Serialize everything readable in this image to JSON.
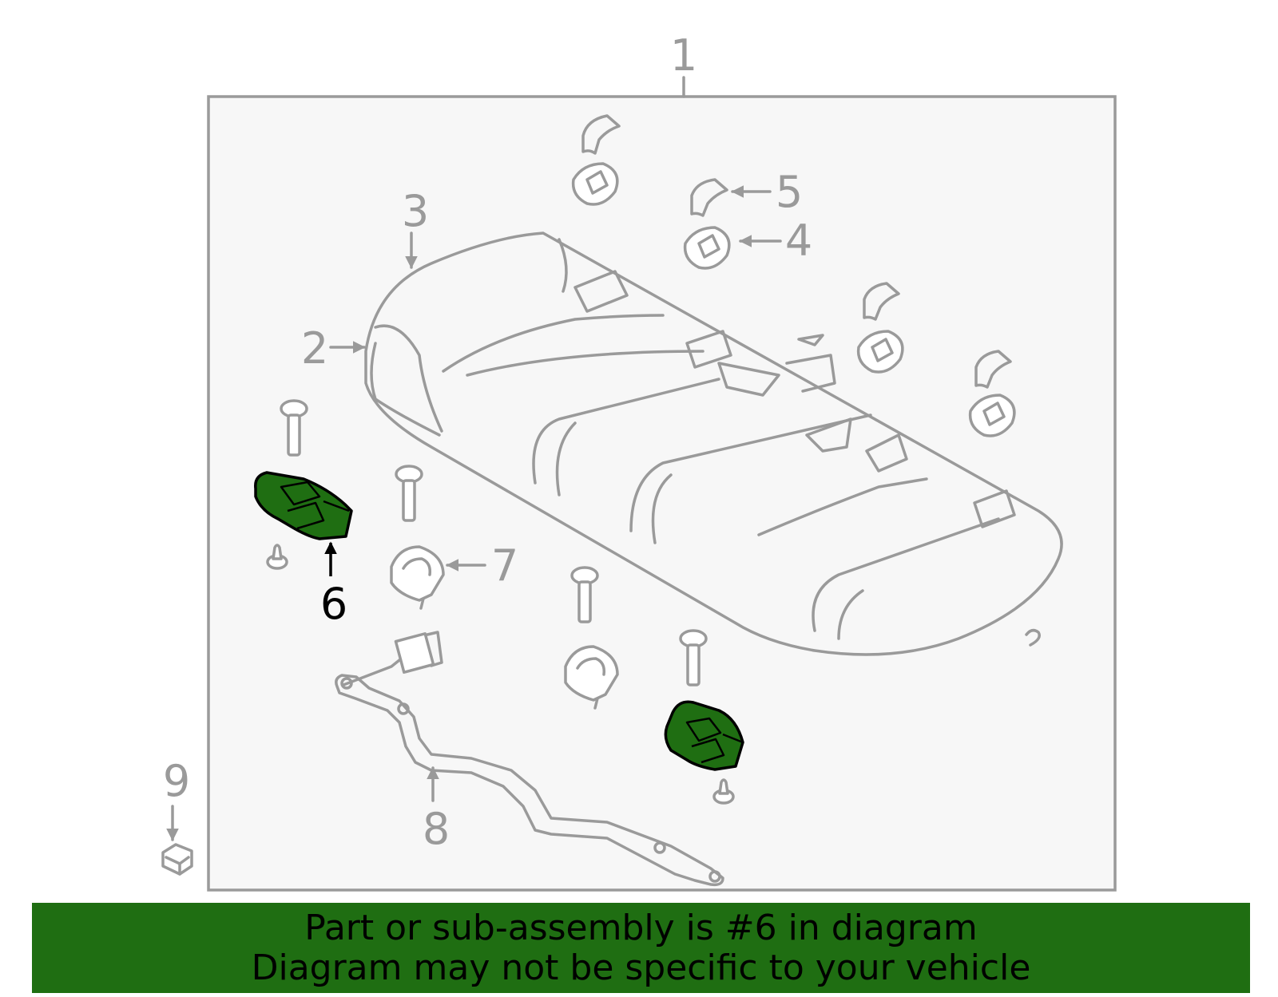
{
  "callouts": {
    "c1": "1",
    "c2": "2",
    "c3": "3",
    "c4": "4",
    "c5": "5",
    "c6": "6",
    "c7": "7",
    "c8": "8",
    "c9": "9"
  },
  "highlighted_part": "6",
  "colors": {
    "highlight": "#1f6e12",
    "line": "#9a9a9a",
    "panel": "#f7f7f7",
    "banner": "#1f6e12"
  },
  "banner": {
    "line1": "Part or sub-assembly is #6 in diagram",
    "line2": "Diagram may not be specific to your vehicle"
  }
}
